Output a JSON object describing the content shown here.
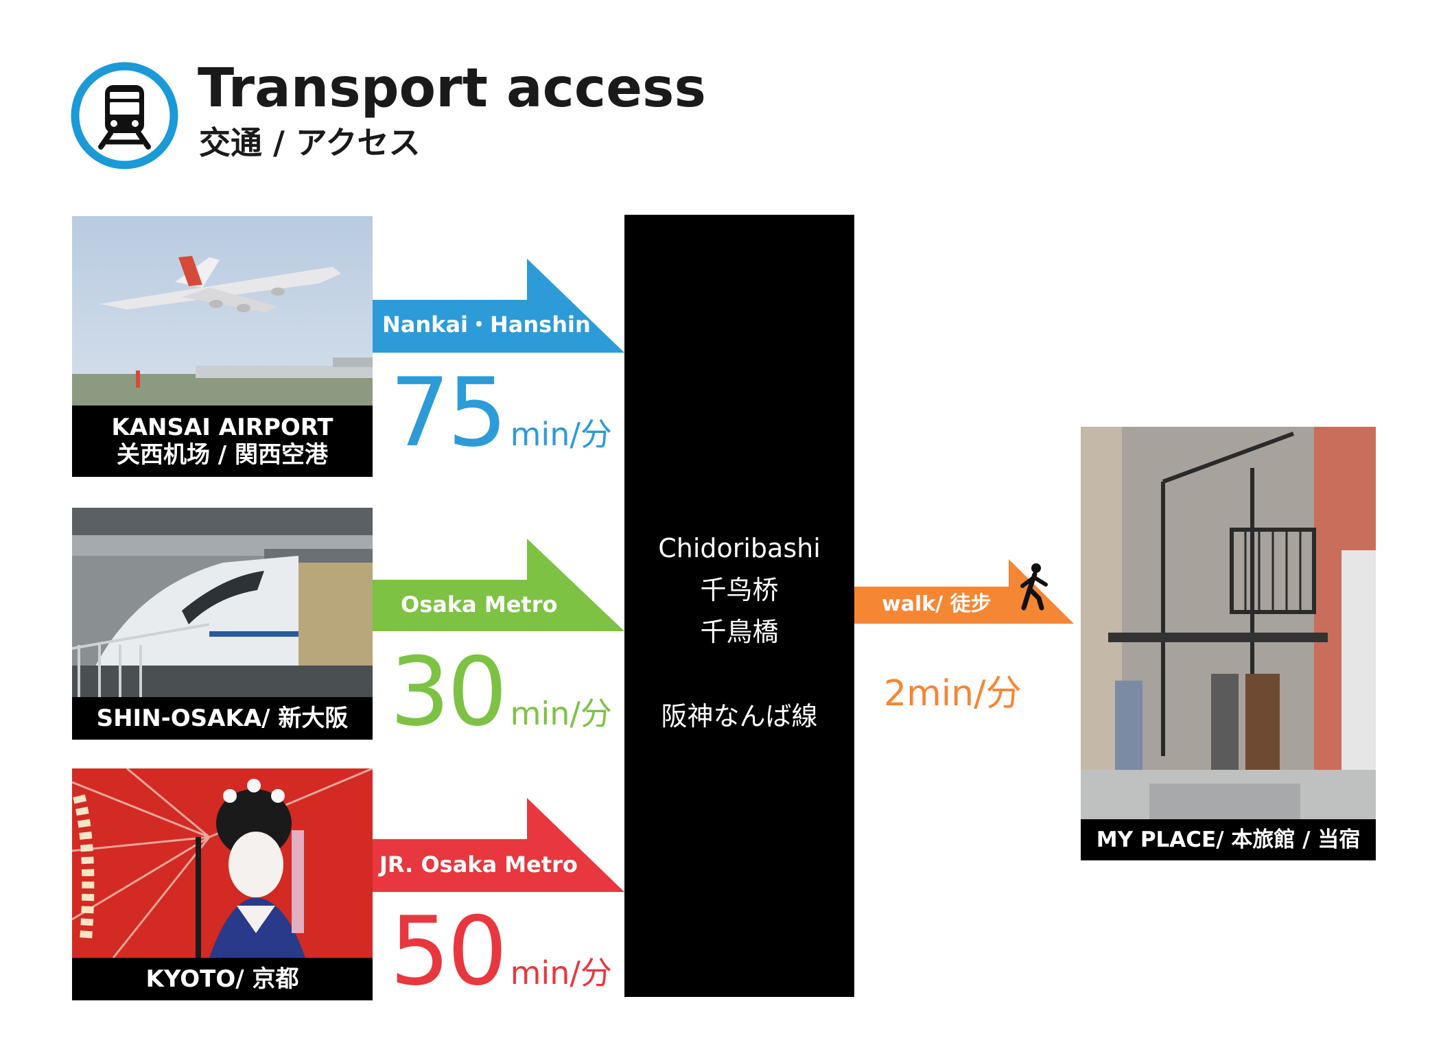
{
  "header": {
    "title": "Transport access",
    "subtitle": "交通 / アクセス",
    "icon": "train-icon",
    "accent_color": "#1a9ad6"
  },
  "origins": [
    {
      "name_line1": "KANSAI AIRPORT",
      "name_line2": "关西机场 / 関西空港",
      "photo": "airplane-photo"
    },
    {
      "name_line1": "SHIN-OSAKA/ 新大阪",
      "photo": "shinkansen-photo"
    },
    {
      "name_line1": "KYOTO/ 京都",
      "photo": "geisha-photo"
    }
  ],
  "routes": [
    {
      "line": "Nankai・Hanshin",
      "time": "75",
      "unit": "min/分",
      "color": "#2d9bd8"
    },
    {
      "line": "Osaka Metro",
      "time": "30",
      "unit": "min/分",
      "color": "#7dc243"
    },
    {
      "line": "JR. Osaka Metro",
      "time": "50",
      "unit": "min/分",
      "color": "#e8373e"
    }
  ],
  "station": {
    "name_en": "Chidoribashi",
    "name_zh": "千鸟桥",
    "name_ja": "千鳥橋",
    "line": "阪神なんば線"
  },
  "walk": {
    "label": "walk/ 徒步",
    "time": "2min/分",
    "color": "#f58634",
    "icon": "walking-person-icon"
  },
  "destination": {
    "name": "MY PLACE/ 本旅館 / 当宿",
    "photo": "guesthouse-photo"
  }
}
